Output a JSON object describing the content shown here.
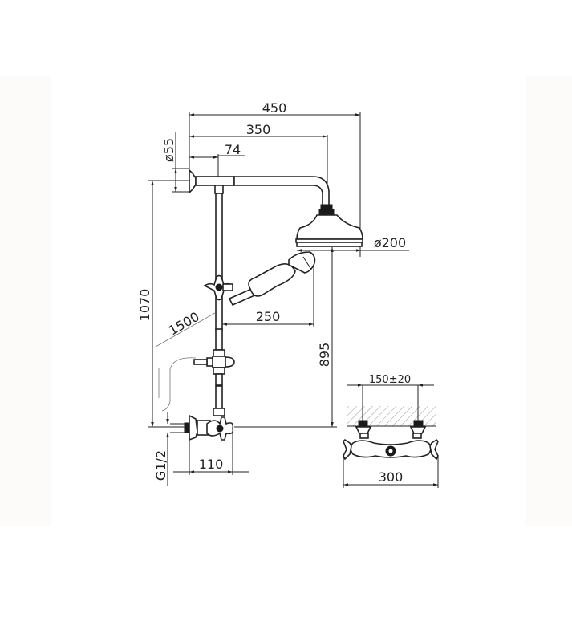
{
  "drawing": {
    "title": "Shower column technical drawing",
    "dimensions": {
      "overall_width": "450",
      "arm_reach": "350",
      "riser_offset": "74",
      "wall_flange_diameter": "ø55",
      "showerhead_diameter": "ø200",
      "total_height": "1070",
      "hose_length": "1500",
      "handshower_reach": "250",
      "showerhead_height": "895",
      "inlet_thread": "G1/2",
      "mixer_projection": "110",
      "inlet_centres": "150±20",
      "mixer_width": "300"
    },
    "colors": {
      "line": "#222222",
      "background": "#ffffff",
      "edge_panel": "#fcfbf9"
    }
  }
}
